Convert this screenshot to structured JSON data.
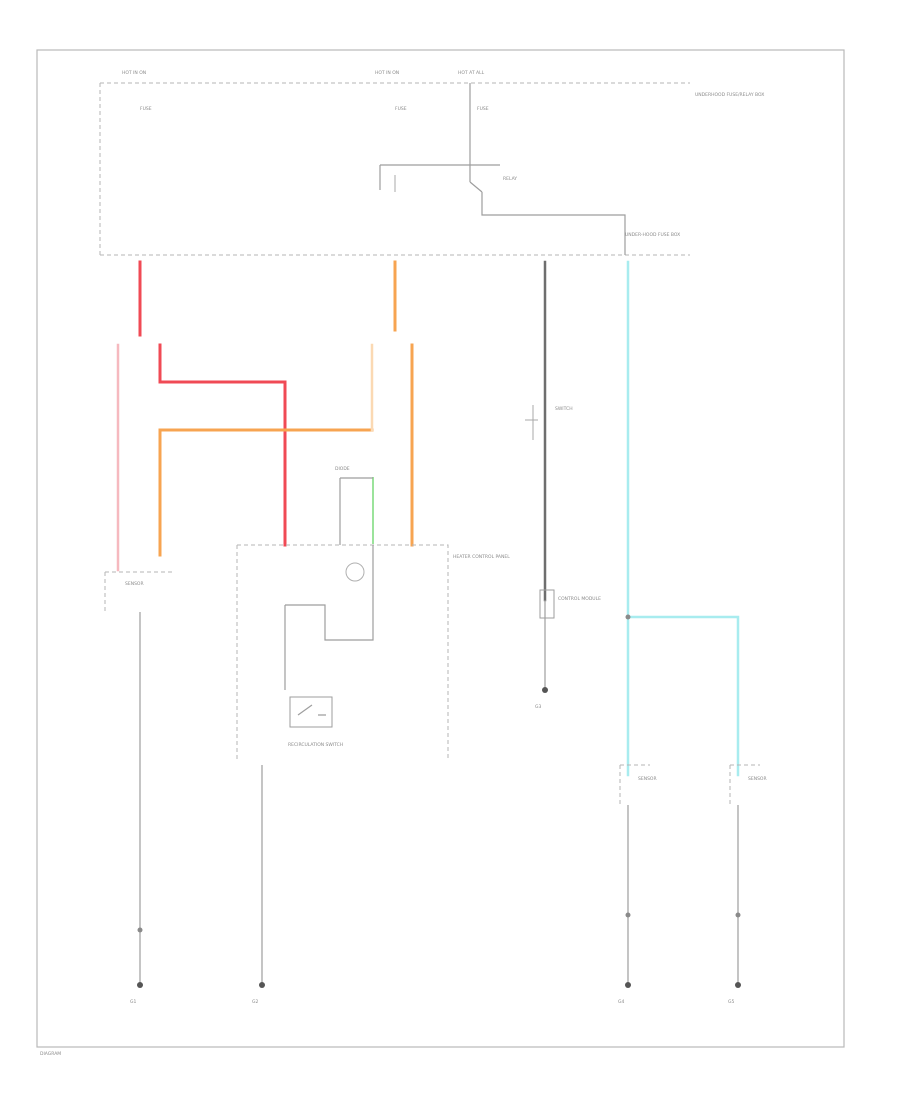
{
  "colors": {
    "red": "#f04a55",
    "pink": "#f6b9bf",
    "orange": "#f7a451",
    "light_orange": "#fbd9b3",
    "cyan": "#a8ecef",
    "dark": "#6e6e6e",
    "gray": "#a9a9a9",
    "green": "#9be39b"
  },
  "labels": {
    "fuse_box_tag_left": "HOT IN ON",
    "fuse_box_tag_mid": "HOT IN ON",
    "fuse_box_tag_right": "HOT AT ALL",
    "fuse_left": "FUSE",
    "fuse_mid": "FUSE",
    "fuse_right": "FUSE",
    "fuse_box_name": "UNDERHOOD FUSE/RELAY BOX",
    "relay": "RELAY",
    "relay_box_note": "UNDER-HOOD FUSE BOX",
    "diode": "DIODE",
    "heater_control": "HEATER CONTROL PANEL",
    "control_module": "CONTROL MODULE",
    "sensor_module": "SENSOR",
    "switch_lock": "SWITCH",
    "recirc_switch": "RECIRCULATION SWITCH",
    "sensor_left": "SENSOR",
    "sensor_right": "SENSOR",
    "ground_1": "G1",
    "ground_2": "G2",
    "ground_3": "G3",
    "ground_4": "G4",
    "ground_5": "G5",
    "figure_id": "DIAGRAM"
  }
}
